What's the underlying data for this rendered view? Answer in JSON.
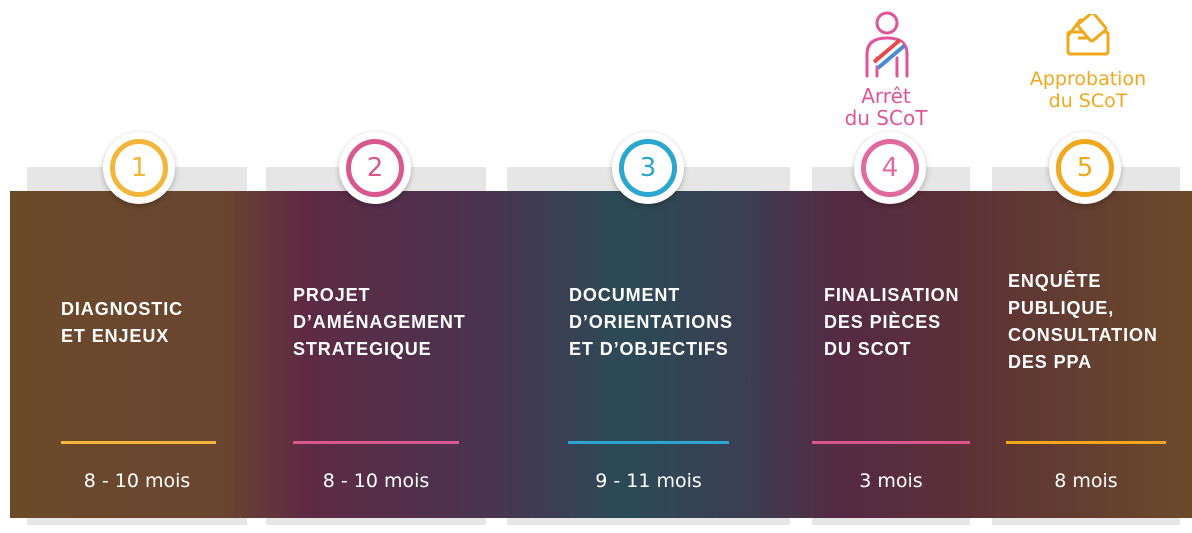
{
  "steps": [
    {
      "number": "1",
      "title": [
        "DIAGNOSTIC",
        "ET ENJEUX"
      ],
      "duration": "8 - 10 mois",
      "color": "#f4b63a"
    },
    {
      "number": "2",
      "title": [
        "PROJET",
        "D’AMÉNAGEMENT",
        "STRATEGIQUE"
      ],
      "duration": "8 - 10 mois",
      "color": "#d9578f"
    },
    {
      "number": "3",
      "title": [
        "DOCUMENT",
        "D’ORIENTATIONS",
        "ET D’OBJECTIFS"
      ],
      "duration": "9 - 11 mois",
      "color": "#2aa6cf"
    },
    {
      "number": "4",
      "title": [
        "FINALISATION",
        "DES PIÈCES",
        "DU SCOT"
      ],
      "duration": "3 mois",
      "color": "#e06aa0"
    },
    {
      "number": "5",
      "title": [
        "ENQUÊTE",
        "PUBLIQUE,",
        "CONSULTATION",
        "DES PPA"
      ],
      "duration": "8 mois",
      "color": "#f2a81d"
    }
  ],
  "milestones": [
    {
      "line1": "Arrêt",
      "line2": "du SCoT",
      "icon": "mayor-sash-icon",
      "color": "#e0559a"
    },
    {
      "line1": "Approbation",
      "line2": "du SCoT",
      "icon": "ballot-box-icon",
      "color": "#f2a81d"
    }
  ]
}
